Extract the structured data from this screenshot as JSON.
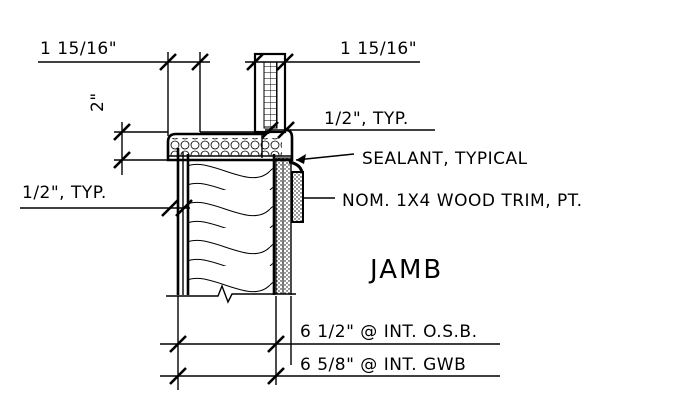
{
  "drawing": {
    "title": "JAMB",
    "dimensions": {
      "left_top": "1 15/16\"",
      "right_top": "1 15/16\"",
      "vertical": "2\"",
      "right_typ": "1/2\", TYP.",
      "left_typ": "1/2\", TYP.",
      "osb": "6 1/2\" @ INT. O.S.B.",
      "gwb": "6 5/8\" @ INT. GWB"
    },
    "notes": {
      "sealant": "SEALANT, TYPICAL",
      "trim": "NOM. 1X4 WOOD TRIM, PT."
    },
    "colors": {
      "line": "#000000",
      "background": "#ffffff"
    }
  }
}
